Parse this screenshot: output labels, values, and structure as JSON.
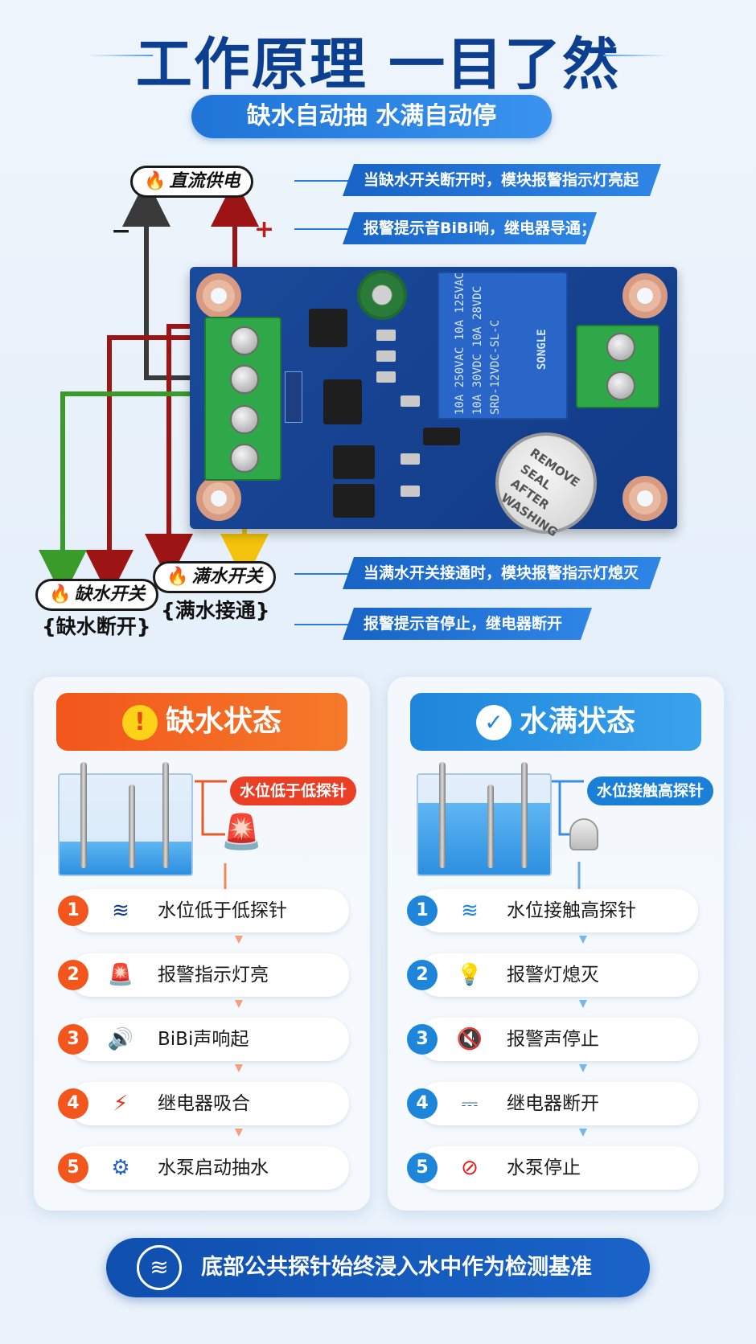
{
  "header": {
    "title": "工作原理 一目了然",
    "subtitle": "缺水自动抽 水满自动停"
  },
  "wiring": {
    "power_label": "直流供电",
    "minus_sign": "−",
    "plus_sign": "+",
    "low_switch_label": "缺水开关",
    "low_switch_state": "{缺水断开}",
    "full_switch_label": "满水开关",
    "full_switch_state": "{满水接通}",
    "flame_glyph": "🔥"
  },
  "callouts": {
    "top": [
      "当缺水开关断开时，模块报警指示灯亮起",
      "报警提示音BiBi响，继电器导通；"
    ],
    "bottom": [
      "当满水开关接通时，模块报警指示灯熄灭",
      "报警提示音停止，继电器断开"
    ]
  },
  "board": {
    "relay_text": [
      "10A 250VAC 10A 125VAC",
      "10A 30VDC 10A 28VDC",
      "SRD-12VDC-SL-C"
    ],
    "relay_brand": "SONGLE",
    "buzzer_text": [
      "REMOVE",
      "SEAL",
      "AFTER",
      "WASHING"
    ]
  },
  "colors": {
    "low_accent": "#f0541e",
    "full_accent": "#1d86db",
    "wire_black": "#3a3a3a",
    "wire_red": "#9c1414",
    "wire_green": "#3a9a2a",
    "wire_yellow": "#f2c20c"
  },
  "low_panel": {
    "title": "缺水状态",
    "header_icon": "warning-icon",
    "tag": "水位低于低探针",
    "water_level": 0.33,
    "steps": [
      {
        "num": "1",
        "icon": "water-waves-icon",
        "label": "水位低于低探针"
      },
      {
        "num": "2",
        "icon": "alarm-light-icon",
        "label": "报警指示灯亮"
      },
      {
        "num": "3",
        "icon": "speaker-on-icon",
        "label": "BiBi声响起"
      },
      {
        "num": "4",
        "icon": "relay-closed-icon",
        "label": "继电器吸合"
      },
      {
        "num": "5",
        "icon": "water-pump-icon",
        "label": "水泵启动抽水"
      }
    ]
  },
  "full_panel": {
    "title": "水满状态",
    "header_icon": "checkmark-icon",
    "tag": "水位接触高探针",
    "water_level": 0.72,
    "steps": [
      {
        "num": "1",
        "icon": "water-waves-icon",
        "label": "水位接触高探针"
      },
      {
        "num": "2",
        "icon": "lightbulb-off-icon",
        "label": "报警灯熄灭"
      },
      {
        "num": "3",
        "icon": "speaker-muted-icon",
        "label": "报警声停止"
      },
      {
        "num": "4",
        "icon": "relay-open-icon",
        "label": "继电器断开"
      },
      {
        "num": "5",
        "icon": "pump-stopped-icon",
        "label": "水泵停止"
      }
    ]
  },
  "footer": {
    "icon": "water-waves-icon",
    "text": "底部公共探针始终浸入水中作为检测基准"
  }
}
